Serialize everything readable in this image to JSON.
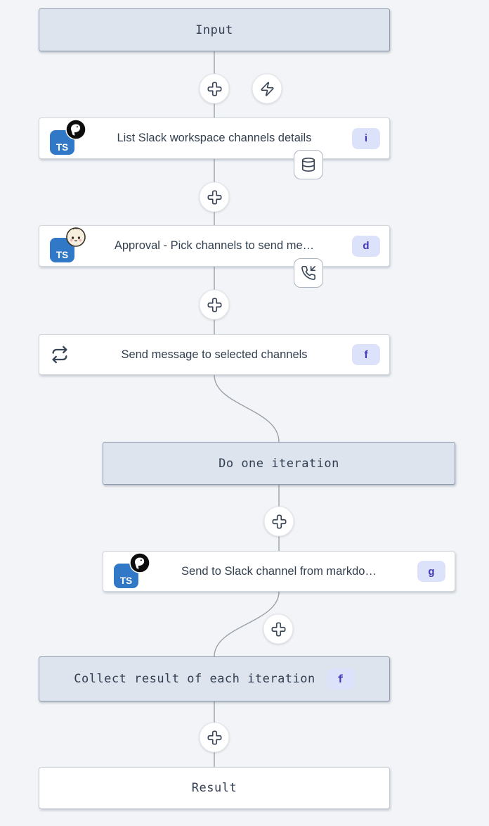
{
  "app": {
    "name": "flow-editor"
  },
  "colors": {
    "background": "#f2f4f7",
    "virtual_node_bg": "#dde4ed",
    "node_bg": "#ffffff",
    "edge": "#9aa1ab",
    "id_badge_bg": "#dde2fb",
    "id_badge_text": "#4238b8",
    "ts_blue": "#3178c6"
  },
  "flow": {
    "input": {
      "label": "Input"
    },
    "steps": [
      {
        "title": "List Slack workspace channels details",
        "id_badge": "i",
        "lang": "TS",
        "runtime": "deno",
        "indicator": "cache-database"
      },
      {
        "title": "Approval - Pick channels to send me…",
        "id_badge": "d",
        "lang": "TS",
        "runtime": "bun",
        "indicator": "suspend-phone-incoming"
      },
      {
        "title": "Send message to selected channels",
        "id_badge": "f",
        "kind": "forloop"
      },
      {
        "title": "Send to Slack channel from markdo…",
        "id_badge": "g",
        "lang": "TS",
        "runtime": "deno"
      }
    ],
    "iteration": {
      "label": "Do one iteration"
    },
    "collect": {
      "label": "Collect result of each iteration",
      "id_badge": "f"
    },
    "result": {
      "label": "Result"
    }
  }
}
